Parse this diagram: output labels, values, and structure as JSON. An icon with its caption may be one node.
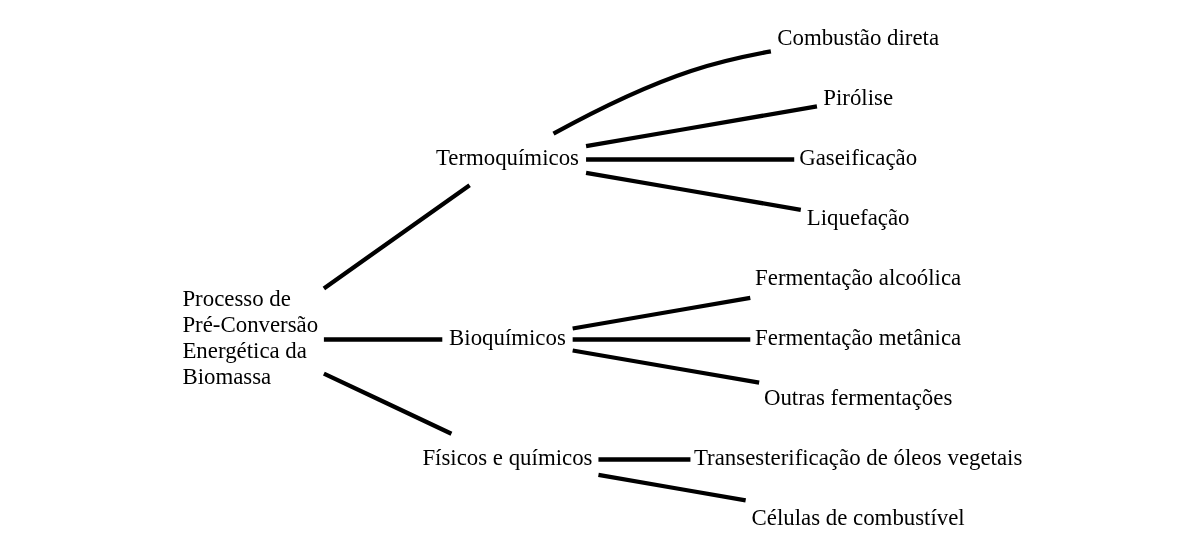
{
  "diagram": {
    "nodes": [
      {
        "text": [
          "Processo de Pré-Conversão Energética da Biomassa"
        ]
      },
      {
        "text": [
          "Termoquímicos"
        ]
      },
      {
        "text": [
          "Bioquímicos"
        ]
      },
      {
        "text": [
          "Físicos e químicos"
        ]
      },
      {
        "text": [
          "Combustão direta"
        ]
      },
      {
        "text": [
          "Pirólise"
        ]
      },
      {
        "text": [
          "Gaseificação"
        ]
      },
      {
        "text": [
          "Liquefação"
        ]
      },
      {
        "text": [
          "Fermentação alcoólica"
        ]
      },
      {
        "text": [
          "Fermentação metânica"
        ]
      },
      {
        "text": [
          "Outras fermentações"
        ]
      },
      {
        "text": [
          "Transesterificação de óleos vegetais"
        ]
      },
      {
        "text": [
          "Células de combustível"
        ]
      }
    ],
    "edges": [
      {
        "from": 0,
        "to": 1,
        "arrow": "none"
      },
      {
        "from": 0,
        "to": 2,
        "arrow": "none"
      },
      {
        "from": 0,
        "to": 3,
        "arrow": "none"
      },
      {
        "from": 1,
        "to": 4,
        "arrow": "none"
      },
      {
        "from": 1,
        "to": 5,
        "arrow": "none"
      },
      {
        "from": 1,
        "to": 6,
        "arrow": "none"
      },
      {
        "from": 1,
        "to": 7,
        "arrow": "none"
      },
      {
        "from": 2,
        "to": 8,
        "arrow": "none"
      },
      {
        "from": 2,
        "to": 9,
        "arrow": "none"
      },
      {
        "from": 2,
        "to": 10,
        "arrow": "none"
      },
      {
        "from": 3,
        "to": 11,
        "arrow": "none"
      },
      {
        "from": 3,
        "to": 12,
        "arrow": "none"
      }
    ]
  }
}
